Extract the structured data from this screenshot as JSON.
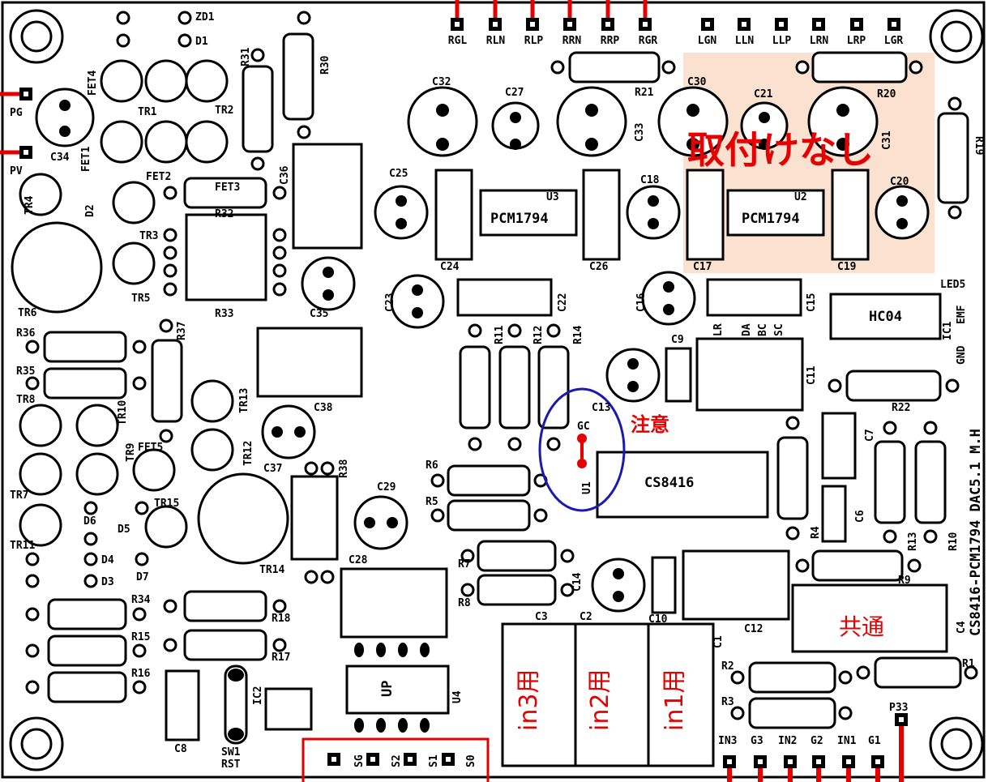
{
  "board": {
    "title": "CS8416-PCM1794 DAC5.1 M.H",
    "annotations": {
      "not_mounted": "取付けなし",
      "caution": "注意",
      "common": "共通",
      "in1": "in1用",
      "in2": "in2用",
      "in3": "in3用"
    },
    "chips": {
      "u3": "PCM1794",
      "u2": "PCM1794",
      "u1": "CS8416",
      "ic1": "HC04",
      "u4": "UP"
    },
    "top_connectors_right": [
      "RGL",
      "RLN",
      "RLP",
      "RRN",
      "RRP",
      "RGR"
    ],
    "top_connectors_left": [
      "LGN",
      "LLN",
      "LLP",
      "LRN",
      "LRP",
      "LGR"
    ],
    "bottom_connectors_left": [
      "SG",
      "S2",
      "S1",
      "S0"
    ],
    "bottom_connectors_right": [
      "IN3",
      "G3",
      "IN2",
      "G2",
      "IN1",
      "G1"
    ],
    "labels": {
      "zd1": "ZD1",
      "d1": "D1",
      "pg": "PG",
      "pv": "PV",
      "c34": "C34",
      "fet4": "FET4",
      "fet1": "FET1",
      "fet2": "FET2",
      "fet3": "FET3",
      "tr1": "TR1",
      "tr2": "TR2",
      "tr3": "TR3",
      "tr4": "TR4",
      "tr5": "TR5",
      "tr6": "TR6",
      "tr7": "TR7",
      "tr8": "TR8",
      "tr9": "TR9",
      "tr10": "TR10",
      "tr11": "TR11",
      "tr12": "TR12",
      "tr13": "TR13",
      "tr14": "TR14",
      "tr15": "TR15",
      "fet5": "FET5",
      "d2": "D2",
      "d3": "D3",
      "d4": "D4",
      "d5": "D5",
      "d6": "D6",
      "d7": "D7",
      "r1": "R1",
      "r2": "R2",
      "r3": "R3",
      "r4": "R4",
      "r5": "R5",
      "r6": "R6",
      "r7": "R7",
      "r8": "R8",
      "r9": "R9",
      "r10": "R10",
      "r11": "R11",
      "r12": "R12",
      "r13": "R13",
      "r14": "R14",
      "r15": "R15",
      "r16": "R16",
      "r17": "R17",
      "r18": "R18",
      "r19": "R19",
      "r20": "R20",
      "r21": "R21",
      "r22": "R22",
      "r30": "R30",
      "r31": "R31",
      "r32": "R32",
      "r33": "R33",
      "r34": "R34",
      "r35": "R35",
      "r36": "R36",
      "r37": "R37",
      "r38": "R38",
      "c1": "C1",
      "c2": "C2",
      "c3": "C3",
      "c4": "C4",
      "c6": "C6",
      "c7": "C7",
      "c8": "C8",
      "c9": "C9",
      "c10": "C10",
      "c11": "C11",
      "c12": "C12",
      "c13": "C13",
      "c14": "C14",
      "c15": "C15",
      "c16": "C16",
      "c17": "C17",
      "c18": "C18",
      "c19": "C19",
      "c20": "C20",
      "c21": "C21",
      "c22": "C22",
      "c23": "C23",
      "c24": "C24",
      "c25": "C25",
      "c26": "C26",
      "c27": "C27",
      "c28": "C28",
      "c29": "C29",
      "c30": "C30",
      "c31": "C31",
      "c32": "C32",
      "c33": "C33",
      "c35": "C35",
      "c36": "C36",
      "c37": "C37",
      "c38": "C38",
      "u1": "U1",
      "u2": "U2",
      "u3": "U3",
      "u4": "U4",
      "ic1": "IC1",
      "ic2": "IC2",
      "led5": "LED5",
      "sw1": "SW1",
      "rst": "RST",
      "p33": "P33",
      "emf": "EMF",
      "gnd": "GND",
      "gc": "GC",
      "lr": "LR",
      "da": "DA",
      "bc": "BC",
      "sc": "SC"
    }
  }
}
